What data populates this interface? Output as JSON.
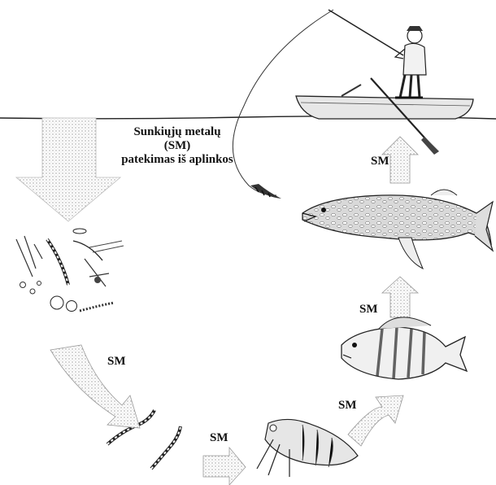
{
  "intro": {
    "line1": "Sunkiųjų metalų",
    "line2": "(SM)",
    "line3": "patekimas iš aplinkos"
  },
  "arrow_label": "SM",
  "colors": {
    "ink": "#1a1a1a",
    "water": "#222222",
    "stipple": "#8a8a8a"
  },
  "icons": [
    "fisherman-icon",
    "boat-icon",
    "pike-icon",
    "perch-icon",
    "dragonfly-larva-icon",
    "mosquito-larva-icon",
    "plankton-icon",
    "fishing-lure-icon"
  ]
}
